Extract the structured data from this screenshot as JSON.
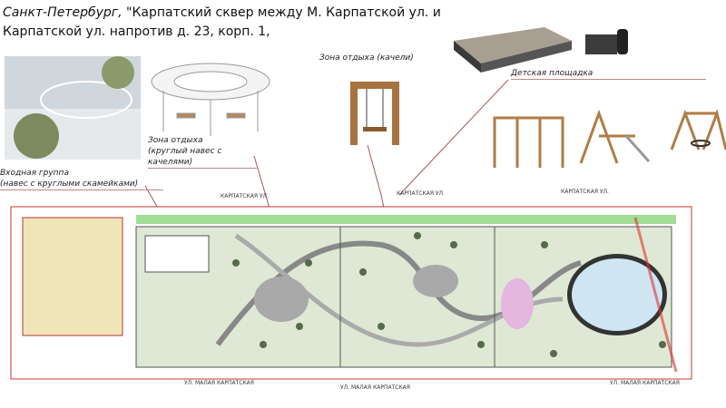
{
  "title": {
    "line1_city": "Санкт-Петербург,",
    "line1_rest": " \"Карпатский сквер между М. Карпатской ул. и",
    "line2": "Карпатской ул. напротив д. 23, корп. 1,"
  },
  "labels": {
    "rest_zone_round": [
      "Зона отдыха",
      "(круглый навес с качелями)"
    ],
    "rest_zone_swings": "Зона отдыха (качели)",
    "playground": "Детская площадка",
    "entrance": [
      "Входная группа",
      "(навес с круглыми скамейками)"
    ]
  },
  "streets": {
    "top": [
      "КАРПАТСКАЯ УЛ.",
      "КАРПАТСКАЯ УЛ.",
      "КАРПАТСКАЯ УЛ."
    ],
    "bottom": [
      "УЛ. МАЛАЯ КАРПАТСКАЯ",
      "УЛ. МАЛАЯ КАРПАТСКАЯ",
      "УЛ. МАЛАЯ КАРПАТСКАЯ"
    ]
  },
  "colors": {
    "lawn": "#dfe8d4",
    "pond": "#cfe6f2",
    "road_green": "#7ad06a",
    "sand": "#efe6b8",
    "path": "#b9bcb5"
  }
}
